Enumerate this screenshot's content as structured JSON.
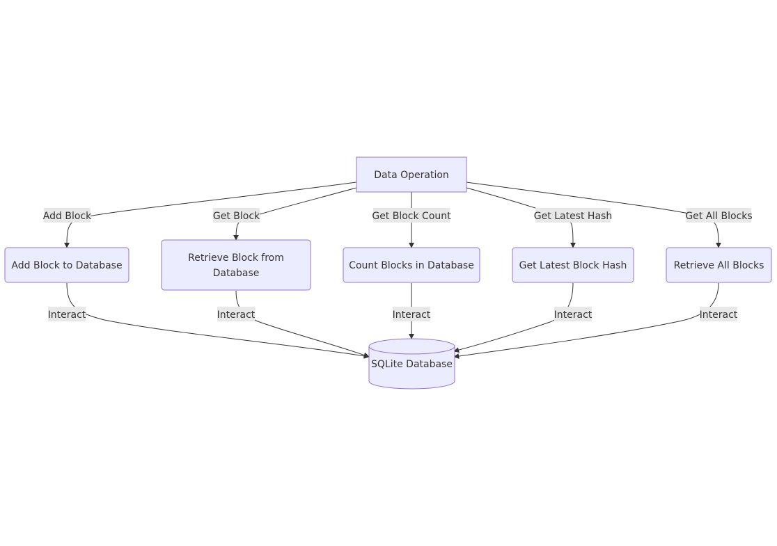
{
  "diagram": {
    "type": "flowchart",
    "nodes": {
      "data_operation": "Data Operation",
      "add_block_db": "Add Block to Database",
      "retrieve_block_line1": "Retrieve Block from",
      "retrieve_block_line2": "Database",
      "count_blocks": "Count Blocks in Database",
      "latest_hash": "Get Latest Block Hash",
      "retrieve_all": "Retrieve All Blocks",
      "sqlite": "SQLite Database"
    },
    "edge_labels": {
      "add_block": "Add Block",
      "get_block": "Get Block",
      "get_block_count": "Get Block Count",
      "get_latest_hash": "Get Latest Hash",
      "get_all_blocks": "Get All Blocks",
      "interact_1": "Interact",
      "interact_2": "Interact",
      "interact_3": "Interact",
      "interact_4": "Interact",
      "interact_5": "Interact"
    },
    "colors": {
      "node_fill": "#ECECFF",
      "node_stroke": "#9370DB",
      "edge": "#333333",
      "label_bg": "#e8e8e8"
    }
  }
}
